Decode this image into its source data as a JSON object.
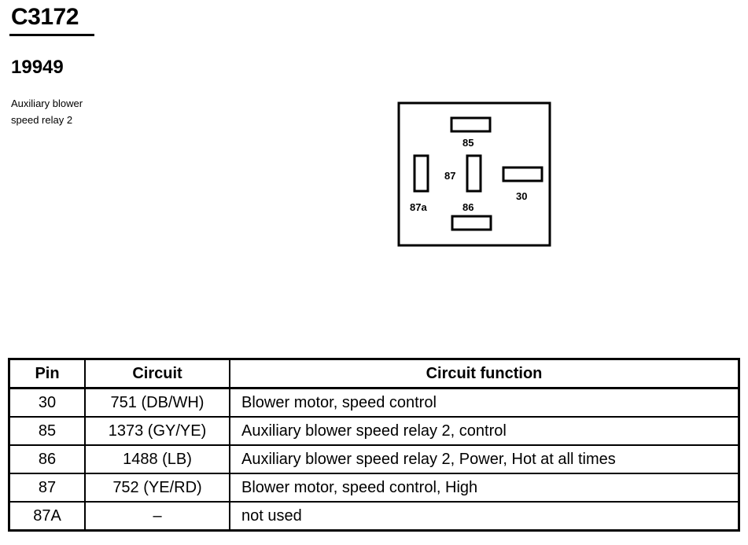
{
  "connector": {
    "id": "C3172",
    "part_number": "19949",
    "description_line1": "Auxiliary blower",
    "description_line2": "speed relay 2"
  },
  "diagram": {
    "pins": [
      "85",
      "87",
      "30",
      "87a",
      "86"
    ]
  },
  "table": {
    "headers": [
      "Pin",
      "Circuit",
      "Circuit function"
    ],
    "rows": [
      {
        "pin": "30",
        "circuit": "751 (DB/WH)",
        "function": "Blower motor, speed control"
      },
      {
        "pin": "85",
        "circuit": "1373 (GY/YE)",
        "function": "Auxiliary blower speed relay 2, control"
      },
      {
        "pin": "86",
        "circuit": "1488 (LB)",
        "function": "Auxiliary blower speed relay 2, Power, Hot at all times"
      },
      {
        "pin": "87",
        "circuit": "752 (YE/RD)",
        "function": "Blower motor, speed control, High"
      },
      {
        "pin": "87A",
        "circuit": "–",
        "function": "not used"
      }
    ]
  }
}
